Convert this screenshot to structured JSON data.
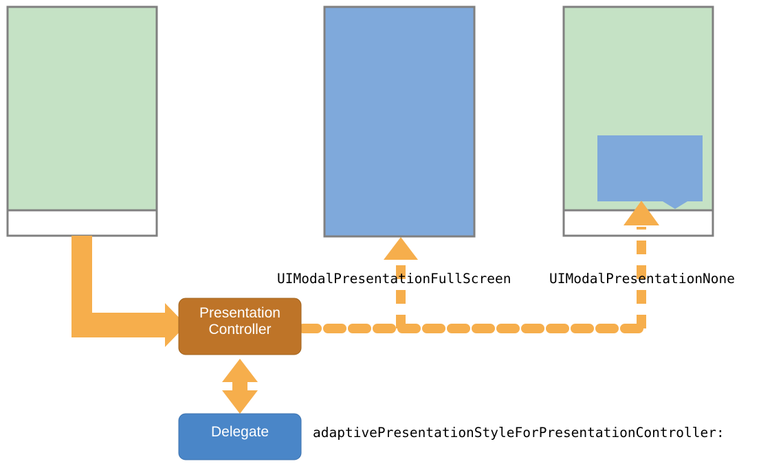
{
  "diagram": {
    "title": "UIPresentationController adaptive presentation diagram",
    "colors": {
      "green_screen": "#C5E2C5",
      "blue_screen": "#7FA9DB",
      "screen_border": "#808080",
      "screen_bottom_bar": "#FFFFFF",
      "orange_arrow": "#F6AE4C",
      "brown_box": "#BE7428",
      "blue_box": "#4A86C8",
      "text_dark": "#000000",
      "text_light": "#FFFFFF"
    },
    "screens": [
      {
        "name": "source-screen",
        "fill": "#C5E2C5",
        "has_bottom_bar": true,
        "popover": null
      },
      {
        "name": "fullscreen-presented-screen",
        "fill": "#7FA9DB",
        "has_bottom_bar": false,
        "popover": null
      },
      {
        "name": "popover-presented-screen",
        "fill": "#C5E2C5",
        "has_bottom_bar": true,
        "popover": {
          "name": "popover-shape",
          "fill": "#7FA9DB"
        }
      }
    ],
    "boxes": [
      {
        "name": "presentation-controller-box",
        "label": "Presentation\nController",
        "fill": "#BE7428"
      },
      {
        "name": "delegate-box",
        "label": "Delegate",
        "fill": "#4A86C8"
      }
    ],
    "labels": {
      "fullscreen": "UIModalPresentationFullScreen",
      "none": "UIModalPresentationNone",
      "adaptive_method": "adaptivePresentationStyleForPresentationController:"
    },
    "connectors": [
      {
        "name": "source-to-controller-arrow",
        "style": "solid",
        "direction": "one-way",
        "color": "#F6AE4C"
      },
      {
        "name": "controller-to-delegate-arrow",
        "style": "solid",
        "direction": "two-way",
        "color": "#F6AE4C"
      },
      {
        "name": "controller-to-fullscreen-dashed-arrow",
        "style": "dashed",
        "direction": "one-way",
        "color": "#F6AE4C"
      },
      {
        "name": "controller-to-popover-dashed-arrow",
        "style": "dashed",
        "direction": "one-way",
        "color": "#F6AE4C"
      }
    ]
  }
}
